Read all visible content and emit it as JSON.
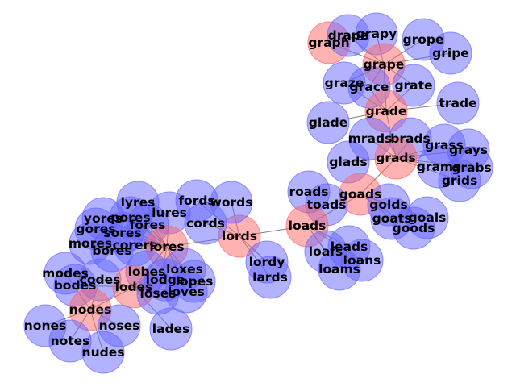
{
  "colors": {
    "anchor": "#ff6666",
    "neighbor": "#6666ff",
    "edge": "#7f7f7f",
    "label": "#000000"
  },
  "anchors": [
    "graph",
    "grape",
    "grade",
    "grads",
    "goads",
    "loads",
    "lords",
    "lores",
    "lodes",
    "nodes"
  ],
  "nodes": [
    "graph",
    "drape",
    "grapy",
    "grope",
    "gripe",
    "grape",
    "graze",
    "grace",
    "grate",
    "trade",
    "grade",
    "glade",
    "mrads",
    "brads",
    "grass",
    "grays",
    "grads",
    "grams",
    "grabs",
    "grids",
    "glads",
    "roads",
    "goads",
    "toads",
    "golds",
    "goats",
    "goals",
    "goods",
    "loads",
    "leads",
    "loafs",
    "loans",
    "loams",
    "lords",
    "words",
    "fords",
    "cords",
    "lordy",
    "lards",
    "lyres",
    "lures",
    "pores",
    "yores",
    "sores",
    "fores",
    "gores",
    "mores",
    "corers",
    "bores",
    "lores",
    "modes",
    "bodes",
    "codes",
    "lobes",
    "loxes",
    "lodes",
    "lodge",
    "lopes",
    "loses",
    "loves",
    "nodes",
    "nones",
    "noses",
    "notes",
    "nudes",
    "lades"
  ],
  "edges": [
    [
      "graph",
      "grape"
    ],
    [
      "drape",
      "grape"
    ],
    [
      "grapy",
      "grape"
    ],
    [
      "grope",
      "grape"
    ],
    [
      "gripe",
      "grape"
    ],
    [
      "graze",
      "grape"
    ],
    [
      "grace",
      "grape"
    ],
    [
      "grate",
      "grape"
    ],
    [
      "grape",
      "grade"
    ],
    [
      "trade",
      "grade"
    ],
    [
      "glade",
      "grade"
    ],
    [
      "grace",
      "grade"
    ],
    [
      "grate",
      "grade"
    ],
    [
      "graze",
      "grade"
    ],
    [
      "grade",
      "grads"
    ],
    [
      "mrads",
      "grads"
    ],
    [
      "brads",
      "grads"
    ],
    [
      "grass",
      "grads"
    ],
    [
      "grays",
      "grads"
    ],
    [
      "grams",
      "grads"
    ],
    [
      "grabs",
      "grads"
    ],
    [
      "grids",
      "grads"
    ],
    [
      "glads",
      "grads"
    ],
    [
      "grads",
      "goads"
    ],
    [
      "roads",
      "goads"
    ],
    [
      "toads",
      "goads"
    ],
    [
      "golds",
      "goads"
    ],
    [
      "goats",
      "goads"
    ],
    [
      "goals",
      "goads"
    ],
    [
      "goods",
      "goads"
    ],
    [
      "goads",
      "loads"
    ],
    [
      "leads",
      "loads"
    ],
    [
      "loafs",
      "loads"
    ],
    [
      "loans",
      "loads"
    ],
    [
      "loams",
      "loads"
    ],
    [
      "loads",
      "lords"
    ],
    [
      "words",
      "lords"
    ],
    [
      "fords",
      "lords"
    ],
    [
      "cords",
      "lords"
    ],
    [
      "lordy",
      "lords"
    ],
    [
      "lards",
      "lords"
    ],
    [
      "lords",
      "lores"
    ],
    [
      "lyres",
      "lores"
    ],
    [
      "lures",
      "lores"
    ],
    [
      "pores",
      "lores"
    ],
    [
      "yores",
      "lores"
    ],
    [
      "sores",
      "lores"
    ],
    [
      "fores",
      "lores"
    ],
    [
      "gores",
      "lores"
    ],
    [
      "mores",
      "lores"
    ],
    [
      "corers",
      "lores"
    ],
    [
      "bores",
      "lores"
    ],
    [
      "lobes",
      "lores"
    ],
    [
      "loxes",
      "lores"
    ],
    [
      "lopes",
      "lores"
    ],
    [
      "loses",
      "lores"
    ],
    [
      "loves",
      "lores"
    ],
    [
      "lores",
      "lodes"
    ],
    [
      "modes",
      "lodes"
    ],
    [
      "bodes",
      "lodes"
    ],
    [
      "codes",
      "lodes"
    ],
    [
      "lobes",
      "lodes"
    ],
    [
      "lodge",
      "lodes"
    ],
    [
      "lopes",
      "lodes"
    ],
    [
      "loses",
      "lodes"
    ],
    [
      "loves",
      "lodes"
    ],
    [
      "lades",
      "lodes"
    ],
    [
      "lodes",
      "nodes"
    ],
    [
      "nones",
      "nodes"
    ],
    [
      "noses",
      "nodes"
    ],
    [
      "notes",
      "nodes"
    ],
    [
      "nudes",
      "nodes"
    ],
    [
      "modes",
      "nodes"
    ],
    [
      "codes",
      "nodes"
    ]
  ]
}
